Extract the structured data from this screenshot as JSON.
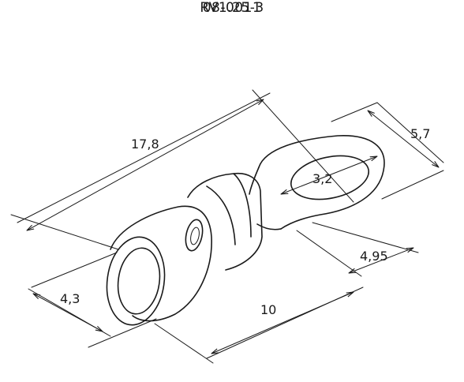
{
  "header": {
    "part_number": "08-0011",
    "model": "RV1.25-3"
  },
  "dimensions": {
    "total_length": "17,8",
    "ring_width": "5,7",
    "stud_hole": "3,2",
    "tongue_length": "4,95",
    "sleeve_length": "10",
    "sleeve_diameter": "4,3"
  }
}
